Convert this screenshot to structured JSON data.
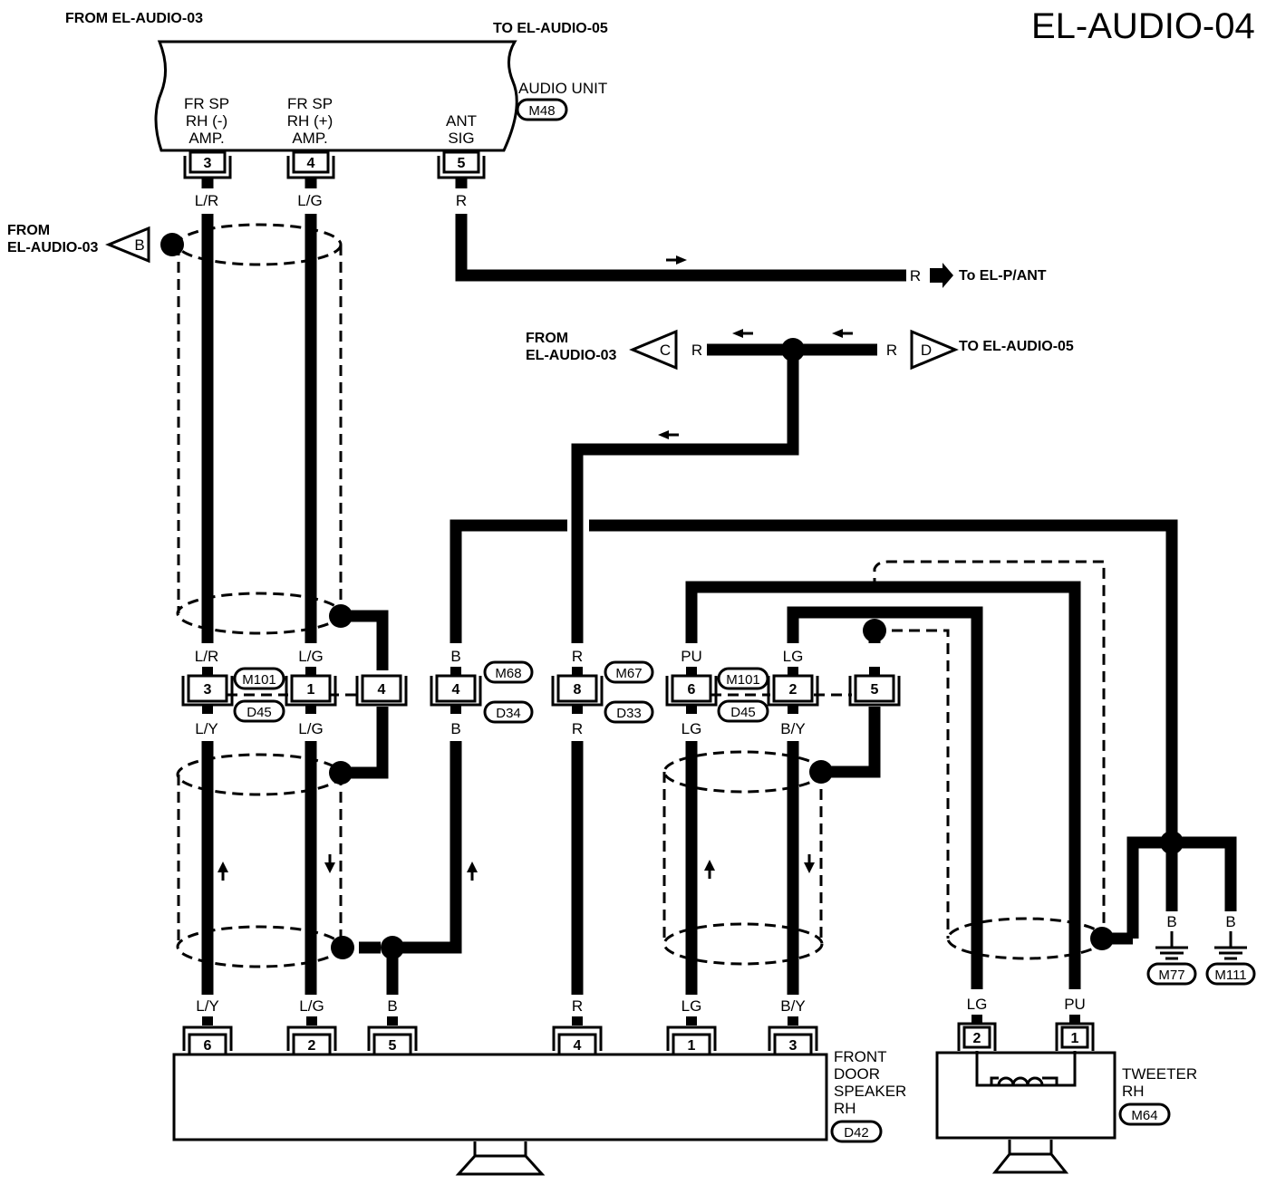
{
  "title": "EL-AUDIO-04",
  "headers": {
    "from_top": "FROM EL-AUDIO-03",
    "to_top": "TO EL-AUDIO-05"
  },
  "audio_unit": {
    "name": "AUDIO UNIT",
    "connector": "M48",
    "terminals": [
      {
        "pin": "3",
        "label": [
          "FR SP",
          "RH (-)",
          "AMP."
        ],
        "wire": "L/R"
      },
      {
        "pin": "4",
        "label": [
          "FR SP",
          "RH (+)",
          "AMP."
        ],
        "wire": "L/G"
      },
      {
        "pin": "5",
        "label": [
          "ANT",
          "SIG"
        ],
        "wire": "R"
      }
    ]
  },
  "references": {
    "b": {
      "letter": "B",
      "text": [
        "FROM",
        "EL-AUDIO-03"
      ]
    },
    "c": {
      "letter": "C",
      "text": [
        "FROM",
        "EL-AUDIO-03"
      ],
      "wire": "R"
    },
    "d": {
      "letter": "D",
      "text": "TO EL-AUDIO-05",
      "wire": "R"
    },
    "pant": {
      "text": "To EL-P/ANT",
      "wire": "R"
    }
  },
  "junction_left": {
    "connectors": [
      "M101",
      "D45",
      "M68",
      "D34",
      "M67",
      "D33"
    ],
    "pins": [
      {
        "pin": "3",
        "top": "L/R",
        "bottom": "L/Y"
      },
      {
        "pin": "1",
        "top": "L/G",
        "bottom": "L/G"
      },
      {
        "pin": "4",
        "top": "",
        "bottom": ""
      },
      {
        "pin": "4",
        "top": "B",
        "bottom": "B"
      },
      {
        "pin": "8",
        "top": "R",
        "bottom": "R"
      }
    ]
  },
  "junction_right": {
    "connectors": [
      "M101",
      "D45"
    ],
    "pins": [
      {
        "pin": "6",
        "top": "PU",
        "bottom": "LG"
      },
      {
        "pin": "2",
        "top": "LG",
        "bottom": "B/Y"
      },
      {
        "pin": "5",
        "top": "",
        "bottom": ""
      }
    ]
  },
  "front_speaker": {
    "name": [
      "FRONT",
      "DOOR",
      "SPEAKER",
      "RH"
    ],
    "connector": "D42",
    "pins": [
      {
        "pin": "6",
        "wire": "L/Y"
      },
      {
        "pin": "2",
        "wire": "L/G"
      },
      {
        "pin": "5",
        "wire": "B"
      },
      {
        "pin": "4",
        "wire": "R"
      },
      {
        "pin": "1",
        "wire": "LG"
      },
      {
        "pin": "3",
        "wire": "B/Y"
      }
    ]
  },
  "tweeter": {
    "name": [
      "TWEETER",
      "RH"
    ],
    "connector": "M64",
    "pins": [
      {
        "pin": "2",
        "wire": "LG"
      },
      {
        "pin": "1",
        "wire": "PU"
      }
    ]
  },
  "grounds": [
    {
      "wire": "B",
      "connector": "M77"
    },
    {
      "wire": "B",
      "connector": "M111"
    }
  ]
}
